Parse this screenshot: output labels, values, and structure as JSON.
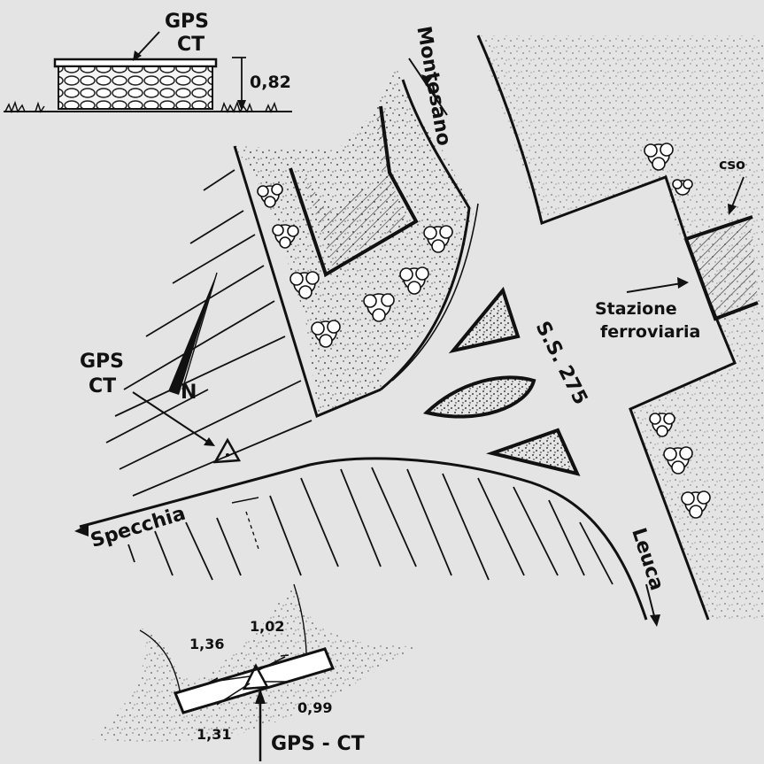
{
  "top_inset": {
    "label_line1": "GPS",
    "label_line2": "CT",
    "height": "0,82"
  },
  "marker": {
    "label_line1": "GPS",
    "label_line2": "CT",
    "north": "N"
  },
  "roads": {
    "montesano": "Montesano",
    "specchia": "Specchia",
    "leuca": "Leuca",
    "state_road": "S.S. 275"
  },
  "station": {
    "line1": "Stazione",
    "line2": "ferroviaria"
  },
  "cso": "cso",
  "bottom_inset": {
    "d1": "1,36",
    "d2": "1,02",
    "d3": "0,99",
    "d4": "1,31",
    "label": "GPS - CT"
  }
}
